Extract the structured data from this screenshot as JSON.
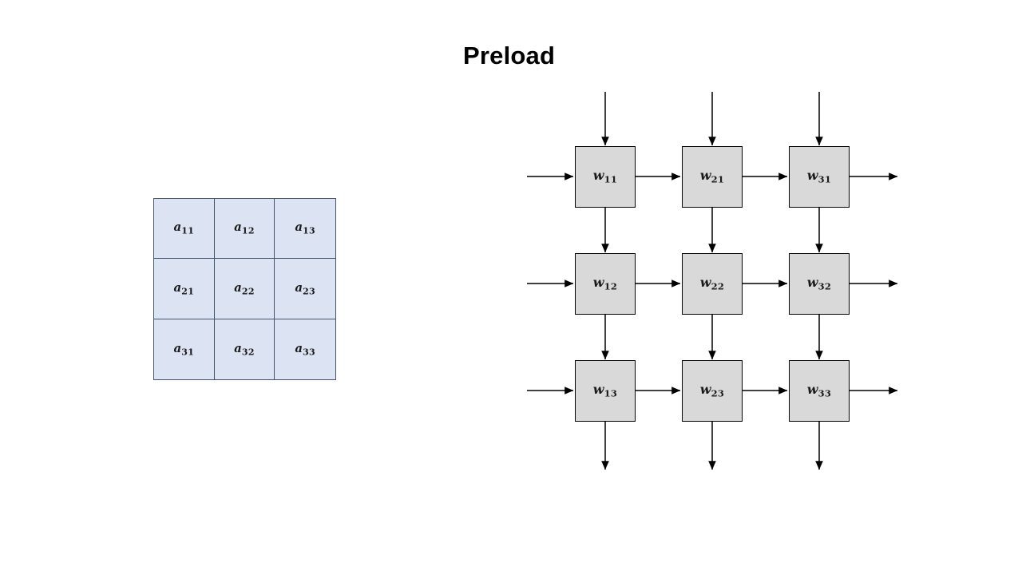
{
  "slide": {
    "title": "Preload",
    "background_color": "#ffffff"
  },
  "colors": {
    "matrix_cell_fill": "#dce3f2",
    "matrix_border": "#44546a",
    "pe_fill": "#d9d9d9",
    "pe_border": "#000000",
    "arrow": "#000000",
    "text": "#000000"
  },
  "input_matrix": {
    "name": "activation-matrix-a",
    "rows": 3,
    "cols": 3,
    "cells": [
      [
        {
          "base": "a",
          "sub": "11"
        },
        {
          "base": "a",
          "sub": "12"
        },
        {
          "base": "a",
          "sub": "13"
        }
      ],
      [
        {
          "base": "a",
          "sub": "21"
        },
        {
          "base": "a",
          "sub": "22"
        },
        {
          "base": "a",
          "sub": "23"
        }
      ],
      [
        {
          "base": "a",
          "sub": "31"
        },
        {
          "base": "a",
          "sub": "32"
        },
        {
          "base": "a",
          "sub": "33"
        }
      ]
    ]
  },
  "systolic_array": {
    "name": "weight-preload-array",
    "rows": 3,
    "cols": 3,
    "cells": [
      [
        {
          "base": "w",
          "sub": "11"
        },
        {
          "base": "w",
          "sub": "21"
        },
        {
          "base": "w",
          "sub": "31"
        }
      ],
      [
        {
          "base": "w",
          "sub": "12"
        },
        {
          "base": "w",
          "sub": "22"
        },
        {
          "base": "w",
          "sub": "32"
        }
      ],
      [
        {
          "base": "w",
          "sub": "13"
        },
        {
          "base": "w",
          "sub": "23"
        },
        {
          "base": "w",
          "sub": "33"
        }
      ]
    ],
    "arrows": {
      "top_inputs": 3,
      "left_inputs": 3,
      "right_outputs": 3,
      "bottom_outputs": 3,
      "horizontal_links": 6,
      "vertical_links": 6
    }
  }
}
